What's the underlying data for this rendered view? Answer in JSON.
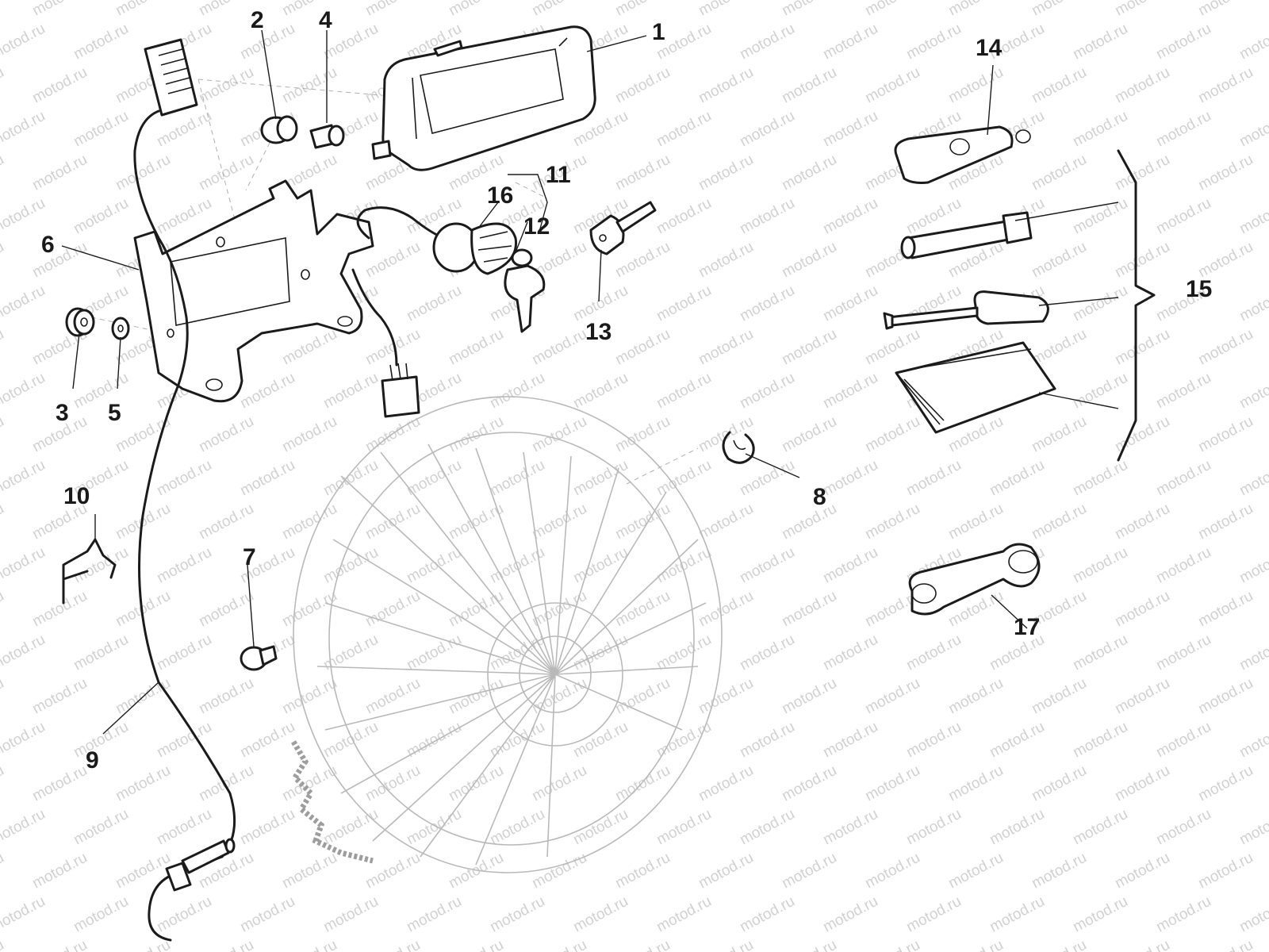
{
  "watermark": {
    "text": "motod.ru"
  },
  "callouts": [
    {
      "id": "1",
      "label": "1"
    },
    {
      "id": "2",
      "label": "2"
    },
    {
      "id": "3",
      "label": "3"
    },
    {
      "id": "4",
      "label": "4"
    },
    {
      "id": "5",
      "label": "5"
    },
    {
      "id": "6",
      "label": "6"
    },
    {
      "id": "7",
      "label": "7"
    },
    {
      "id": "8",
      "label": "8"
    },
    {
      "id": "9",
      "label": "9"
    },
    {
      "id": "10",
      "label": "10"
    },
    {
      "id": "11",
      "label": "11"
    },
    {
      "id": "12",
      "label": "12"
    },
    {
      "id": "13",
      "label": "13"
    },
    {
      "id": "14",
      "label": "14"
    },
    {
      "id": "15",
      "label": "15"
    },
    {
      "id": "16",
      "label": "16"
    },
    {
      "id": "17",
      "label": "17"
    }
  ]
}
